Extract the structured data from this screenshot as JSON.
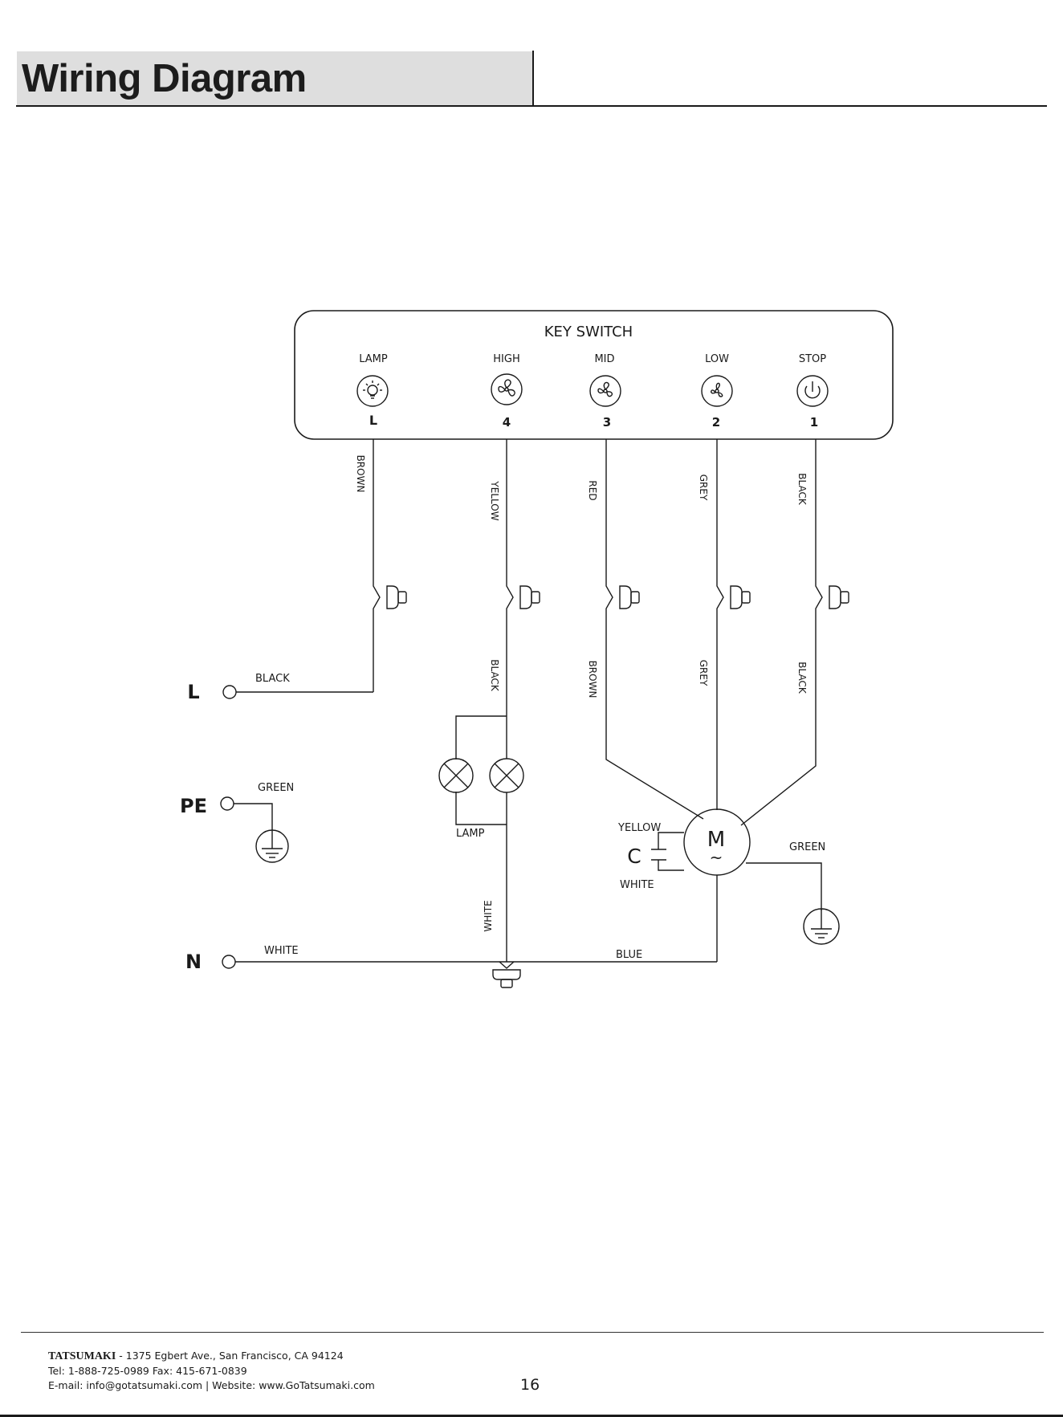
{
  "header": {
    "title": "Wiring Diagram"
  },
  "diagram": {
    "key_switch": {
      "title": "KEY SWITCH",
      "buttons": [
        {
          "label": "LAMP",
          "terminal": "L",
          "icon": "lamp-icon"
        },
        {
          "label": "HIGH",
          "terminal": "4",
          "icon": "fan-high-icon"
        },
        {
          "label": "MID",
          "terminal": "3",
          "icon": "fan-mid-icon"
        },
        {
          "label": "LOW",
          "terminal": "2",
          "icon": "fan-low-icon"
        },
        {
          "label": "STOP",
          "terminal": "1",
          "icon": "power-icon"
        }
      ]
    },
    "upper_wires": [
      "BROWN",
      "YELLOW",
      "RED",
      "GREY",
      "BLACK"
    ],
    "lower_wires": [
      "BLACK",
      "BROWN",
      "GREY",
      "BLACK"
    ],
    "supply": {
      "L": {
        "label": "L",
        "wire": "BLACK"
      },
      "PE": {
        "label": "PE",
        "wire": "GREEN"
      },
      "N": {
        "label": "N",
        "wire": "WHITE"
      }
    },
    "lamp_label": "LAMP",
    "lamp_return_wire": "WHITE",
    "neutral_wire": "BLUE",
    "motor": {
      "symbol": "M",
      "ac_symbol": "~",
      "ground_wire": "GREEN",
      "capacitor": {
        "label": "C",
        "wire_top": "YELLOW",
        "wire_bottom": "WHITE"
      }
    }
  },
  "footer": {
    "company": "TATSUMAKI",
    "address": " - 1375 Egbert Ave., San Francisco, CA 94124",
    "contact": "Tel: 1-888-725-0989  Fax: 415-671-0839",
    "web": "E-mail: info@gotatsumaki.com | Website: www.GoTatsumaki.com",
    "page_number": "16"
  }
}
